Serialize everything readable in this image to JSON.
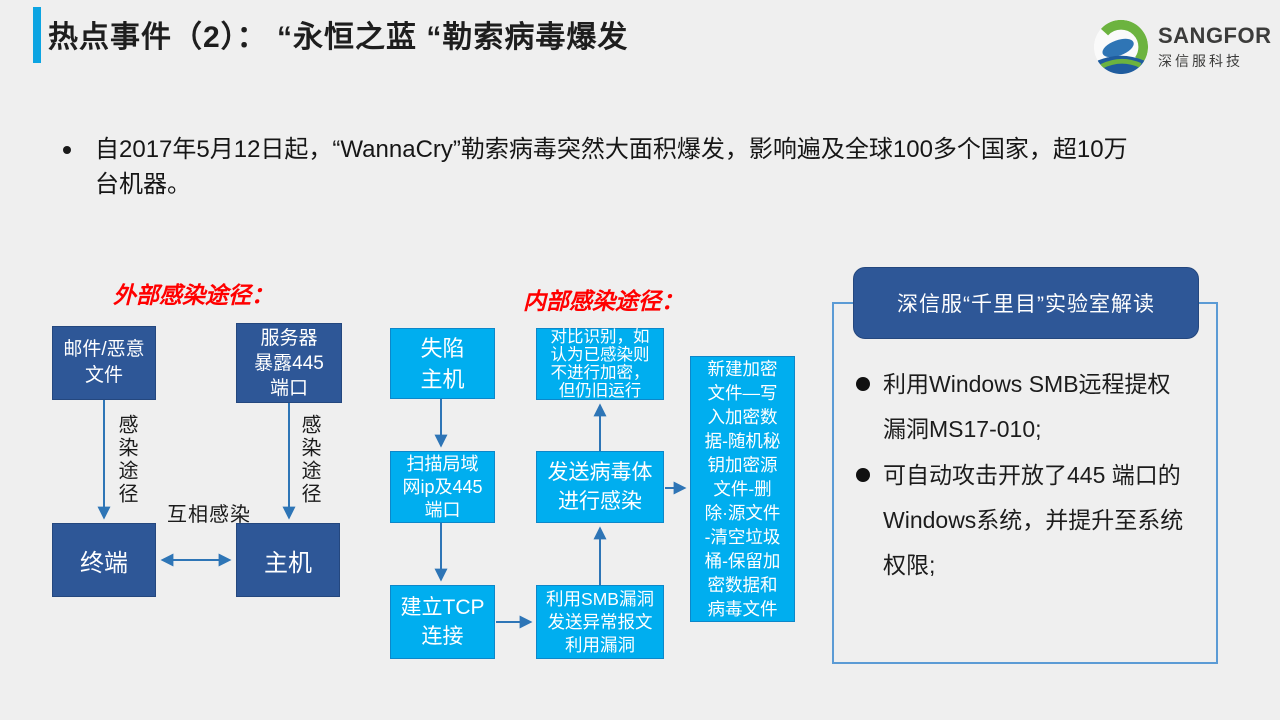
{
  "colors": {
    "background": "#EFEFEF",
    "accent_bar": "#0CA4E2",
    "navy_box": "#2E5797",
    "cyan_box": "#00AEEF",
    "arrow": "#2E75B6",
    "panel_border": "#5B9BD5",
    "red_label": "#FF0000",
    "logo_green": "#6CB33F",
    "logo_blue": "#2F75B5"
  },
  "header": {
    "title": "热点事件（2）： “永恒之蓝 “勒索病毒爆发",
    "logo_brand": "SANGFOR",
    "logo_sub": "深信服科技"
  },
  "intro": {
    "text": "自2017年5月12日起，“WannaCry”勒索病毒突然大面积爆发，影响遍及全球100多个国家，超10万\n台机器。"
  },
  "external": {
    "label": "外部感染途径：",
    "nodes": {
      "mail": "邮件/恶意\n文件",
      "server": "服务器\n暴露445\n端口",
      "terminal": "终端",
      "host": "主机"
    },
    "edge_labels": {
      "infect_left": "感染途径",
      "infect_right": "感染途径",
      "mutual": "互相感染"
    }
  },
  "internal": {
    "label": "内部感染途径：",
    "nodes": {
      "compromised": "失陷\n主机",
      "compare": "对比识别，如\n认为已感染则\n不进行加密，\n但仍旧运行",
      "scan": "扫描局域\n网ip及445\n端口",
      "send": "发送病毒体\n进行感染",
      "tcp": "建立TCP\n连接",
      "smb": "利用SMB漏洞\n发送异常报文\n利用漏洞",
      "encrypt": "新建加密\n文件—写\n入加密数\n据-随机秘\n钥加密源\n文件-删\n除·源文件\n-清空垃圾\n桶-保留加\n密数据和\n病毒文件"
    }
  },
  "panel": {
    "title": "深信服“千里目”实验室解读",
    "bullets": [
      "利用Windows SMB远程提权\n漏洞MS17-010;",
      "可自动攻击开放了445 端口的\nWindows系统，并提升至系统\n权限;"
    ]
  }
}
